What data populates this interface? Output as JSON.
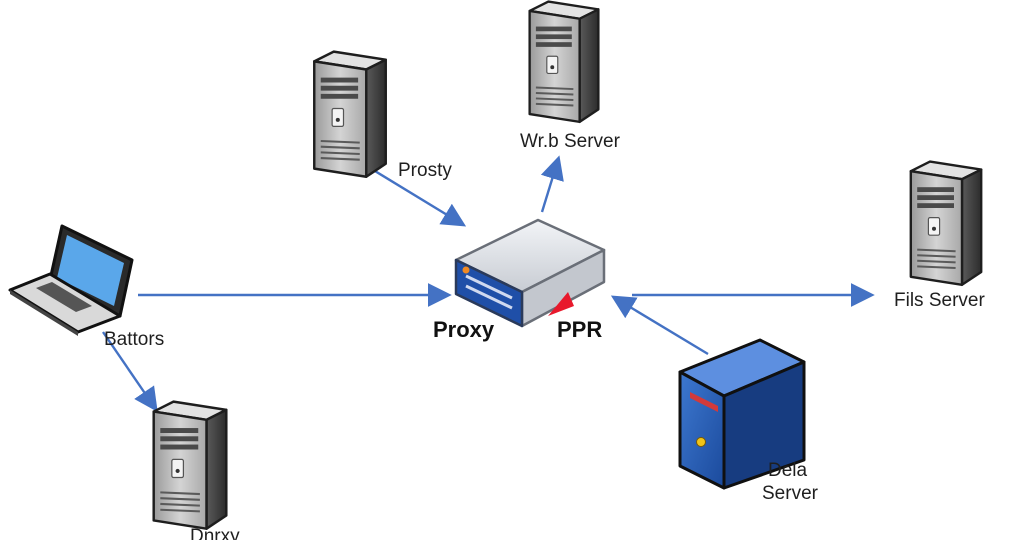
{
  "diagram": {
    "nodes": {
      "proxy_top": {
        "label": "Prosty"
      },
      "web_server": {
        "label": "Wr.b Server"
      },
      "file_server": {
        "label": "Fils Server"
      },
      "data_server": {
        "label_line1": "Dela",
        "label_line2": "Server"
      },
      "laptop": {
        "label": "Battors"
      },
      "proxy_bottom": {
        "label": "Dnrxy"
      },
      "hub": {
        "label_left": "Proxy",
        "label_right": "PPR"
      }
    },
    "colors": {
      "arrow": "#4472c4",
      "tower_gray": "#b9b9b9",
      "tower_dark": "#3b3b3b",
      "tower_blue": "#2f63b8",
      "hub_blue": "#1f4fa8",
      "accent_red": "#e8192c",
      "laptop_screen": "#5aa7ea"
    }
  }
}
